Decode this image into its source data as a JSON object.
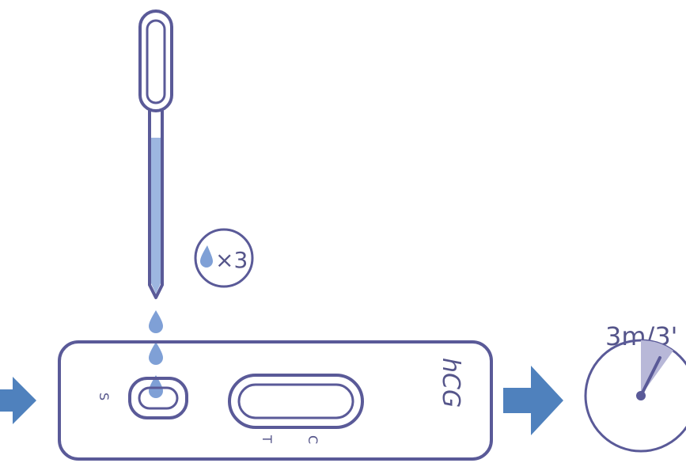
{
  "drop_badge": {
    "multiplier": "×3",
    "drop_color": "#7fa0d6"
  },
  "cassette": {
    "sample_well_label": "S",
    "test_line_label": "T",
    "control_line_label": "C",
    "brand_text": "hCG"
  },
  "timer": {
    "label": "3m/3'",
    "elapsed_fraction": 0.1
  },
  "colors": {
    "outline": "#5a5a98",
    "arrow": "#4f81bd",
    "liquid": "#9db6e0",
    "timer_sector": "#b8b8d8"
  }
}
